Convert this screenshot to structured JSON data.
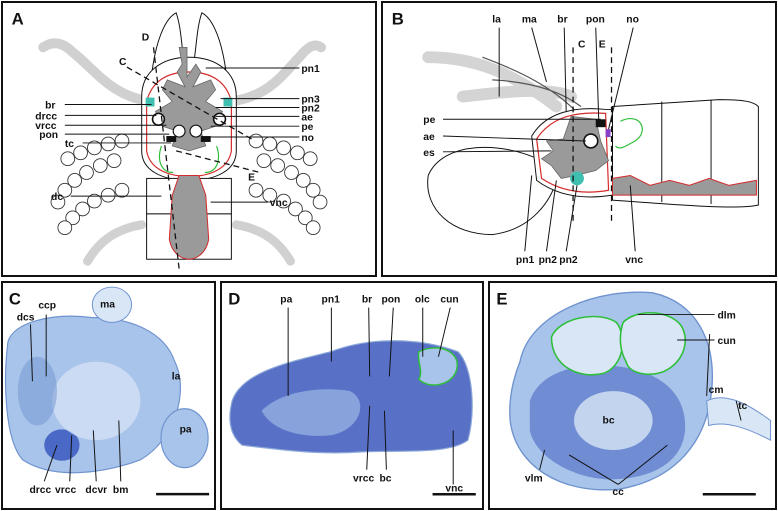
{
  "panels": {
    "A": {
      "letter": "A",
      "labels": {
        "D": "D",
        "C": "C",
        "E": "E",
        "pn1": "pn1",
        "pn3": "pn3",
        "pn2": "pn2",
        "ae": "ae",
        "pe": "pe",
        "no": "no",
        "br": "br",
        "drcc": "drcc",
        "vrcc": "vrcc",
        "pon": "pon",
        "tc": "tc",
        "dc": "dc",
        "vnc": "vnc"
      }
    },
    "B": {
      "letter": "B",
      "labels": {
        "la": "la",
        "ma": "ma",
        "br": "br",
        "pon": "pon",
        "no": "no",
        "C": "C",
        "E": "E",
        "pe": "pe",
        "ae": "ae",
        "es": "es",
        "pn1": "pn1",
        "pn2a": "pn2",
        "pn2b": "pn2",
        "vnc": "vnc"
      }
    },
    "C": {
      "letter": "C",
      "labels": {
        "ccp": "ccp",
        "ma": "ma",
        "dcs": "dcs",
        "la": "la",
        "pa": "pa",
        "drcc": "drcc",
        "vrcc": "vrcc",
        "dcvr": "dcvr",
        "bm": "bm"
      }
    },
    "D": {
      "letter": "D",
      "labels": {
        "pa": "pa",
        "pn1": "pn1",
        "br": "br",
        "pon": "pon",
        "olc": "olc",
        "cun": "cun",
        "vrcc": "vrcc",
        "bc": "bc",
        "vnc": "vnc"
      }
    },
    "E": {
      "letter": "E",
      "labels": {
        "dlm": "dlm",
        "cun": "cun",
        "cm": "cm",
        "tc": "tc",
        "bc": "bc",
        "vlm": "vlm",
        "cc": "cc"
      }
    }
  },
  "colors": {
    "nerve_tissue": "#9a9a9a",
    "outline_red": "#d42a2a",
    "outline_green": "#2fbf3a",
    "teal": "#3fbfb0",
    "purple": "#8a3fc9",
    "stain_blue": "#2b49b8",
    "stain_light": "#a9c4ea",
    "stain_pale": "#d8e6f6"
  }
}
